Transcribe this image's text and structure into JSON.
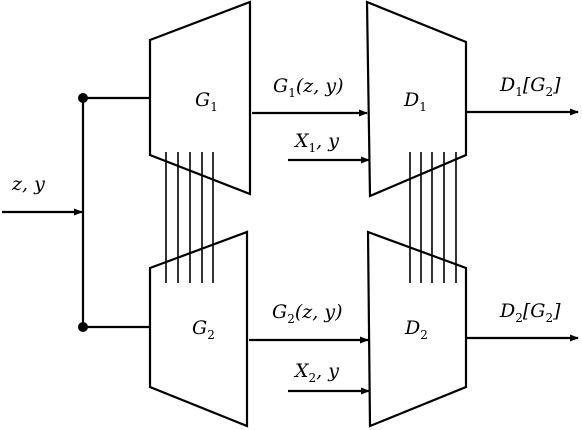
{
  "diagram": {
    "input_label": {
      "main": "z, y"
    },
    "generators": [
      {
        "name": "G",
        "index": "1",
        "output": {
          "prefix": "G",
          "sub": "1",
          "suffix": "(z, y)"
        }
      },
      {
        "name": "G",
        "index": "2",
        "output": {
          "prefix": "G",
          "sub": "2",
          "suffix": "(z, y)"
        }
      }
    ],
    "discriminators": [
      {
        "name": "D",
        "index": "1",
        "real_input": {
          "prefix": "X",
          "sub": "1",
          "suffix": ", y"
        },
        "output": {
          "prefix": "D",
          "sub": "1",
          "mid": "[G",
          "sub2": "2",
          "suffix": "]"
        }
      },
      {
        "name": "D",
        "index": "2",
        "real_input": {
          "prefix": "X",
          "sub": "2",
          "suffix": ", y"
        },
        "output": {
          "prefix": "D",
          "sub": "2",
          "mid": "[G",
          "sub2": "2",
          "suffix": "]"
        }
      }
    ]
  }
}
